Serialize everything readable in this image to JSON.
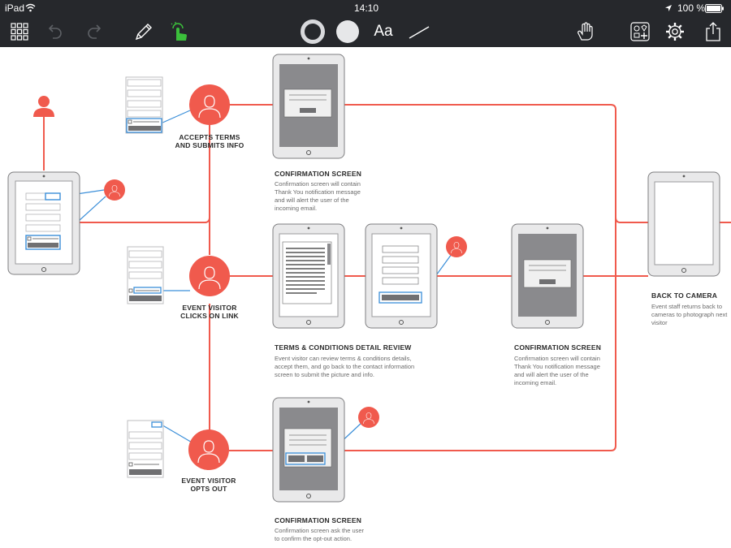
{
  "status": {
    "device": "iPad",
    "time": "14:10",
    "battery": "100 %"
  },
  "toolbar": {
    "text_tool": "Aa"
  },
  "icons": [
    "grid-icon",
    "undo-icon",
    "redo-icon",
    "pencil-icon",
    "touch-select-icon",
    "stroke-ring-icon",
    "fill-circle-icon",
    "text-icon",
    "line-icon",
    "hand-icon",
    "shape-library-icon",
    "settings-icon",
    "share-icon"
  ],
  "colors": {
    "accent": "#f05a4d",
    "toolbar": "#26282c",
    "highlight": "#3b8fd9",
    "active_tool": "#3bbf3b"
  },
  "flow": {
    "accepts_terms": "ACCEPTS TERMS\nAND SUBMITS INFO",
    "visitor_clicks": "EVENT VISITOR\nCLICKS ON LINK",
    "opts_out": "EVENT VISITOR\nOPTS OUT",
    "conf1_title": "CONFIRMATION SCREEN",
    "conf1_desc": "Confirmation screen will contain\nThank You notification message\nand will alert the user of the\nincoming email.",
    "terms_title": "TERMS & CONDITIONS DETAIL REVIEW",
    "terms_desc": "Event visitor can review terms & conditions details,\naccept them, and go back to the contact information\nscreen to submit the picture and info.",
    "conf2_title": "CONFIRMATION SCREEN",
    "conf2_desc": "Confirmation screen will contain\nThank You notification message\nand will alert the user of the\nincoming email.",
    "conf3_title": "CONFIRMATION SCREEN",
    "conf3_desc": "Confirmation screen ask the user\nto confirm the opt-out action.",
    "back_title": "BACK TO CAMERA",
    "back_desc": "Event staff returns back to\ncameras to photograph next\nvisitor"
  }
}
